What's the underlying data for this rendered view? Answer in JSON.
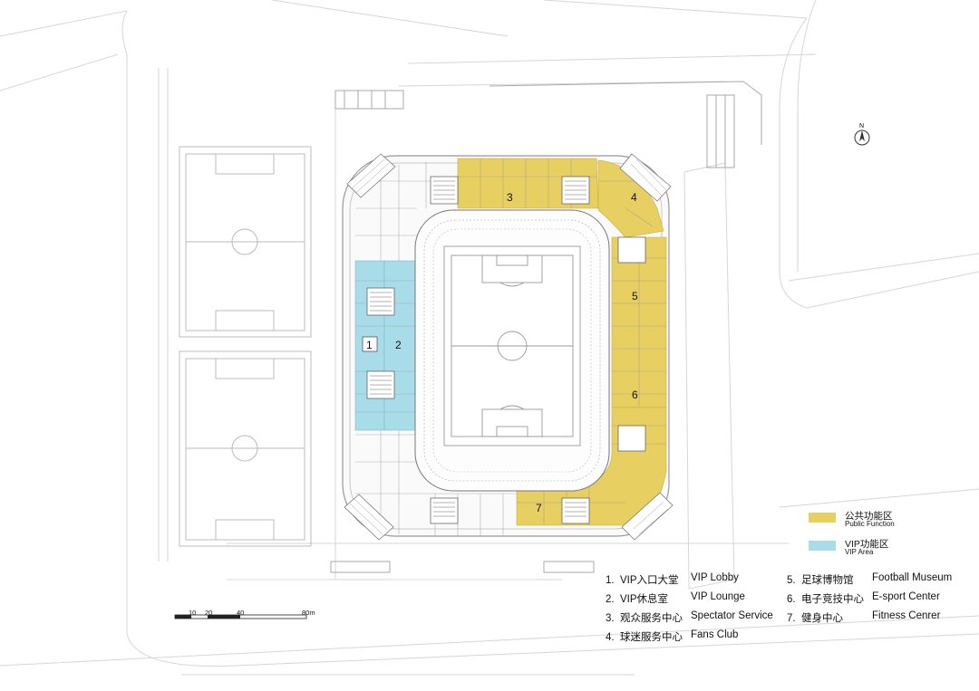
{
  "colors": {
    "public": "#e8cf62",
    "vip": "#a9dce9",
    "line": "#b9b9b9",
    "dark": "#555555"
  },
  "north": {
    "label": "N"
  },
  "zones": [
    {
      "num": "1"
    },
    {
      "num": "2"
    },
    {
      "num": "3"
    },
    {
      "num": "4"
    },
    {
      "num": "5"
    },
    {
      "num": "6"
    },
    {
      "num": "7"
    }
  ],
  "legend": {
    "public": {
      "title": "公共功能区",
      "subtitle": "Public Function"
    },
    "vip": {
      "title": "VIP功能区",
      "subtitle": "VIP Area"
    }
  },
  "key": [
    {
      "num": "1.",
      "zh": "VIP入口大堂",
      "en": "VIP Lobby"
    },
    {
      "num": "2.",
      "zh": "VIP休息室",
      "en": "VIP Lounge"
    },
    {
      "num": "3.",
      "zh": "观众服务中心",
      "en": "Spectator Service"
    },
    {
      "num": "4.",
      "zh": "球迷服务中心",
      "en": "Fans Club"
    },
    {
      "num": "5.",
      "zh": "足球博物馆",
      "en": "Football Museum"
    },
    {
      "num": "6.",
      "zh": "电子竞技中心",
      "en": "E-sport Center"
    },
    {
      "num": "7.",
      "zh": "健身中心",
      "en": "Fitness Cenrer"
    }
  ],
  "scale": {
    "ticks": [
      "10",
      "20",
      "40",
      "80m"
    ]
  }
}
